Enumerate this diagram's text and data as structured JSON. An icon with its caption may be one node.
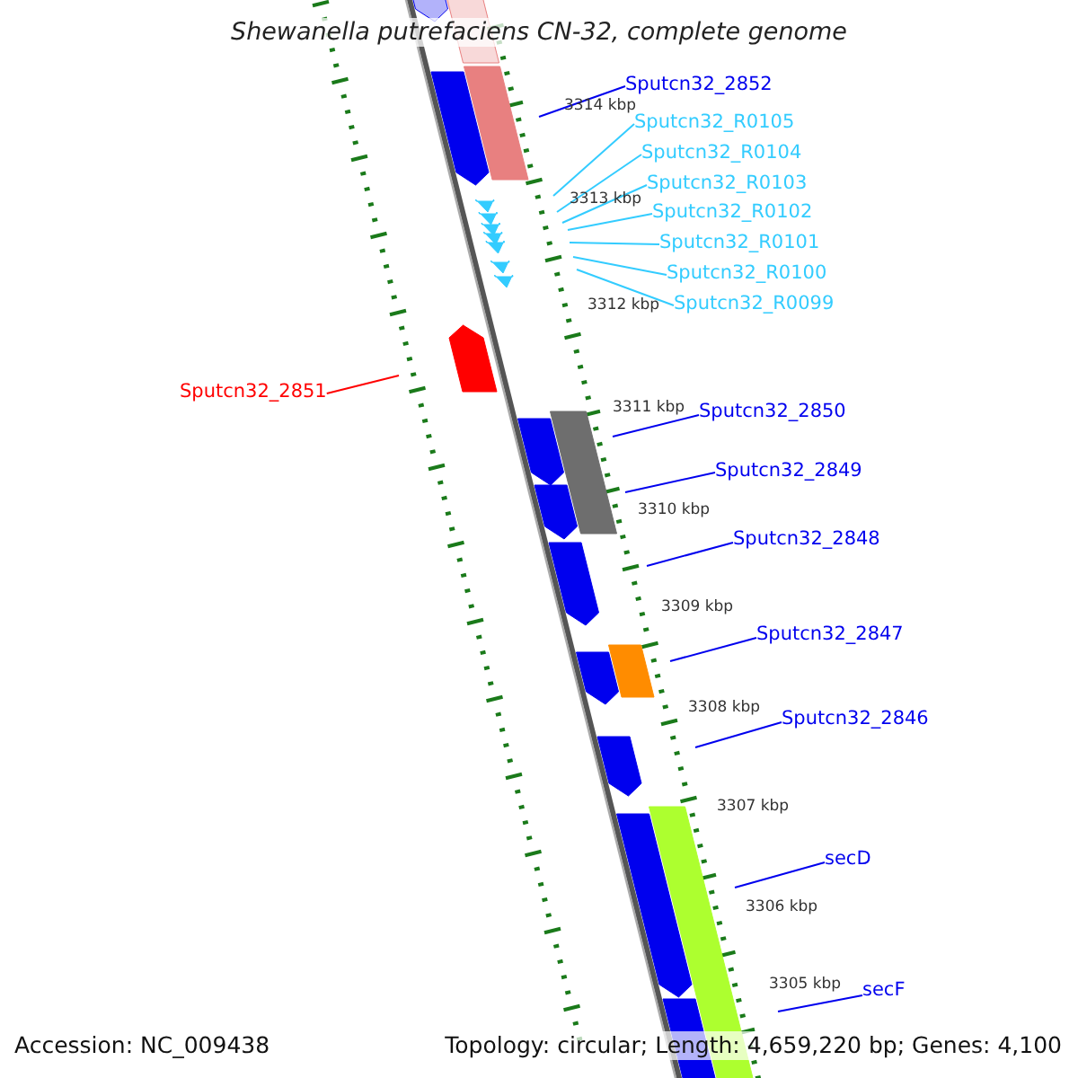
{
  "diagram": {
    "title": "Shewanella putrefaciens CN-32, complete genome",
    "nodes": [
      {
        "text": [
          "Sputcn32_2852"
        ]
      },
      {
        "text": [
          "Sputcn32_R0105"
        ]
      },
      {
        "text": [
          "Sputcn32_R0104"
        ]
      },
      {
        "text": [
          "Sputcn32_R0103"
        ]
      },
      {
        "text": [
          "Sputcn32_R0102"
        ]
      },
      {
        "text": [
          "Sputcn32_R0101"
        ]
      },
      {
        "text": [
          "Sputcn32_R0100"
        ]
      },
      {
        "text": [
          "Sputcn32_R0099"
        ]
      },
      {
        "text": [
          "Sputcn32_2851"
        ]
      },
      {
        "text": [
          "Sputcn32_2850"
        ]
      },
      {
        "text": [
          "Sputcn32_2849"
        ]
      },
      {
        "text": [
          "Sputcn32_2848"
        ]
      },
      {
        "text": [
          "Sputcn32_2847"
        ]
      },
      {
        "text": [
          "Sputcn32_2846"
        ]
      },
      {
        "text": [
          "secD"
        ]
      },
      {
        "text": [
          "secF"
        ]
      }
    ],
    "edges": [
      {
        "from": 0,
        "to": null,
        "arrow": "none"
      },
      {
        "from": 1,
        "to": null,
        "arrow": "none",
        "color": "#33ccff"
      },
      {
        "from": 2,
        "to": null,
        "arrow": "none",
        "color": "#33ccff"
      },
      {
        "from": 3,
        "to": null,
        "arrow": "none",
        "color": "#33ccff"
      },
      {
        "from": 4,
        "to": null,
        "arrow": "none",
        "color": "#33ccff"
      },
      {
        "from": 5,
        "to": null,
        "arrow": "none",
        "color": "#33ccff"
      },
      {
        "from": 6,
        "to": null,
        "arrow": "none",
        "color": "#33ccff"
      },
      {
        "from": 7,
        "to": null,
        "arrow": "none",
        "color": "#33ccff"
      },
      {
        "from": 8,
        "to": null,
        "arrow": "none",
        "color": "#ff0000"
      },
      {
        "from": 9,
        "to": null,
        "arrow": "none"
      },
      {
        "from": 10,
        "to": null,
        "arrow": "none"
      },
      {
        "from": 11,
        "to": null,
        "arrow": "none"
      },
      {
        "from": 12,
        "to": null,
        "arrow": "none"
      },
      {
        "from": 13,
        "to": null,
        "arrow": "none"
      },
      {
        "from": 14,
        "to": null,
        "arrow": "none"
      },
      {
        "from": 15,
        "to": null,
        "arrow": "none"
      }
    ],
    "labels": [
      "3314 kbp",
      "3313 kbp",
      "3312 kbp",
      "3311 kbp",
      "3310 kbp",
      "3309 kbp",
      "3308 kbp",
      "3307 kbp",
      "3306 kbp",
      "3305 kbp",
      "Accession: NC_009438",
      "Topology: circular; Length: 4,659,220 bp; Genes: 4,100"
    ]
  }
}
